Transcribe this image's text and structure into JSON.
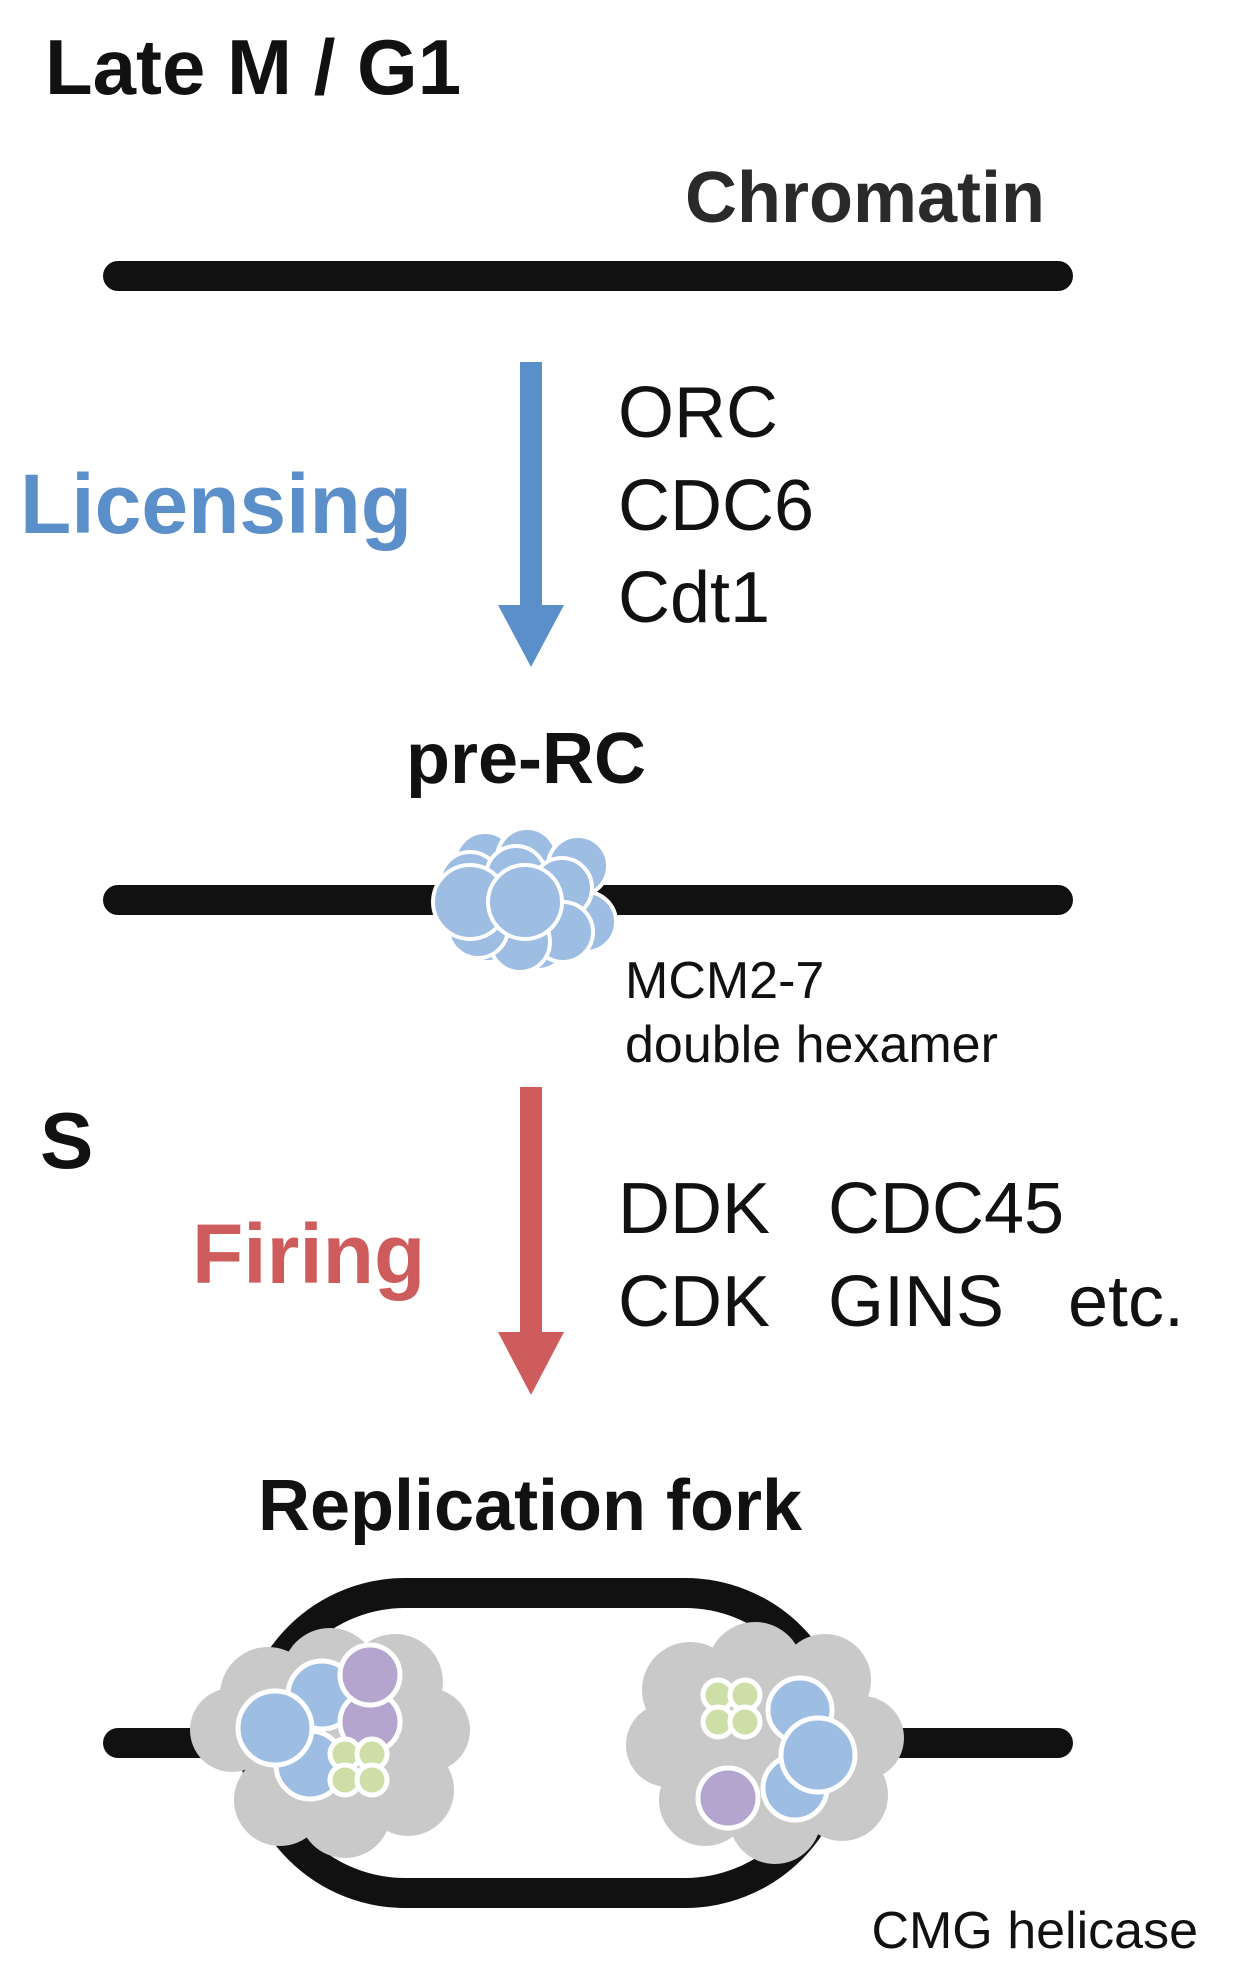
{
  "headings": {
    "phase_g1": "Late M / G1",
    "phase_s": "S",
    "chromatin": "Chromatin",
    "pre_rc": "pre-RC",
    "replication_fork": "Replication fork"
  },
  "licensing": {
    "label": "Licensing",
    "color": "#5b8fc9",
    "factors": [
      "ORC",
      "CDC6",
      "Cdt1"
    ]
  },
  "firing": {
    "label": "Firing",
    "color": "#cf5c5c",
    "factors_line1": [
      "DDK",
      "CDC45"
    ],
    "factors_line2": [
      "CDK",
      "GINS",
      "etc."
    ]
  },
  "labels": {
    "mcm_line1": "MCM2-7",
    "mcm_line2": "double hexamer",
    "cmg": "CMG helicase"
  },
  "colors": {
    "dna": "#111111",
    "text": "#111111",
    "chromatin_text": "#2a2a2a",
    "mcm": "#9dbde3",
    "cdc45": "#b4a5cf",
    "gins": "#cddfa7",
    "complex_cloud": "#c9c9c9"
  }
}
